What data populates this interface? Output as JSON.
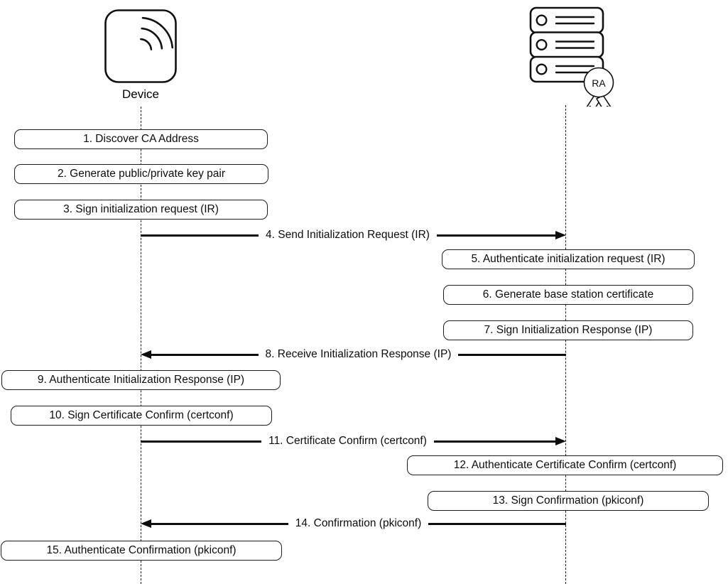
{
  "diagram": {
    "type": "sequence-diagram",
    "actors": {
      "device": {
        "label": "Device",
        "icon": "wireless-device-icon"
      },
      "ra": {
        "badge_label": "RA",
        "icon": "server-rack-icon"
      }
    },
    "steps": [
      {
        "n": 1,
        "kind": "action",
        "lane": "device",
        "label": "1. Discover CA Address"
      },
      {
        "n": 2,
        "kind": "action",
        "lane": "device",
        "label": "2. Generate public/private key pair"
      },
      {
        "n": 3,
        "kind": "action",
        "lane": "device",
        "label": "3. Sign initialization request (IR)"
      },
      {
        "n": 4,
        "kind": "message",
        "from": "device",
        "to": "ra",
        "label": "4. Send Initialization Request (IR)"
      },
      {
        "n": 5,
        "kind": "action",
        "lane": "ra",
        "label": "5. Authenticate initialization request (IR)"
      },
      {
        "n": 6,
        "kind": "action",
        "lane": "ra",
        "label": "6. Generate base station certificate"
      },
      {
        "n": 7,
        "kind": "action",
        "lane": "ra",
        "label": "7. Sign Initialization Response (IP)"
      },
      {
        "n": 8,
        "kind": "message",
        "from": "ra",
        "to": "device",
        "label": "8. Receive Initialization Response (IP)"
      },
      {
        "n": 9,
        "kind": "action",
        "lane": "device",
        "label": "9. Authenticate Initialization Response (IP)"
      },
      {
        "n": 10,
        "kind": "action",
        "lane": "device",
        "label": "10. Sign Certificate Confirm (certconf)"
      },
      {
        "n": 11,
        "kind": "message",
        "from": "device",
        "to": "ra",
        "label": "11. Certificate Confirm (certconf)"
      },
      {
        "n": 12,
        "kind": "action",
        "lane": "ra",
        "label": "12. Authenticate Certificate Confirm (certconf)"
      },
      {
        "n": 13,
        "kind": "action",
        "lane": "ra",
        "label": "13. Sign Confirmation (pkiconf)"
      },
      {
        "n": 14,
        "kind": "message",
        "from": "ra",
        "to": "device",
        "label": "14. Confirmation (pkiconf)"
      },
      {
        "n": 15,
        "kind": "action",
        "lane": "device",
        "label": "15. Authenticate Confirmation (pkiconf)"
      }
    ],
    "colors": {
      "stroke": "#0d0d0d",
      "background": "#ffffff"
    }
  }
}
